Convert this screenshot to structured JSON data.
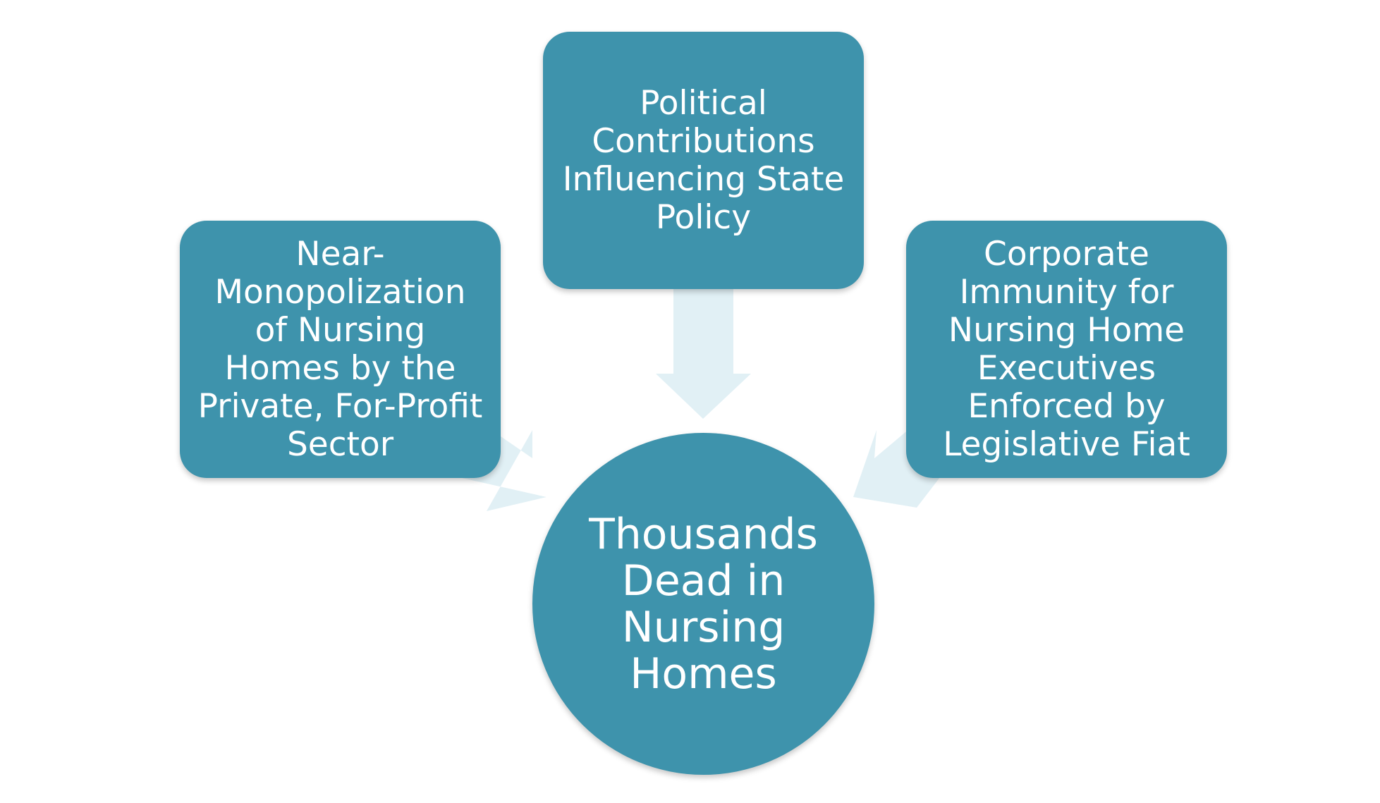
{
  "diagram": {
    "center": {
      "label": "Thousands Dead in Nursing Homes"
    },
    "causes": [
      {
        "id": "top",
        "label": "Political Contributions Influencing State Policy"
      },
      {
        "id": "left",
        "label": "Near-Monopolization of Nursing Homes by the Private, For-Profit Sector"
      },
      {
        "id": "right",
        "label": "Corporate Immunity for Nursing Home Executives Enforced by Legislative Fiat"
      }
    ]
  },
  "colors": {
    "node_fill": "#3e93ac",
    "node_text": "#ffffff",
    "arrow_fill": "#e1f0f5",
    "background": "#ffffff"
  }
}
